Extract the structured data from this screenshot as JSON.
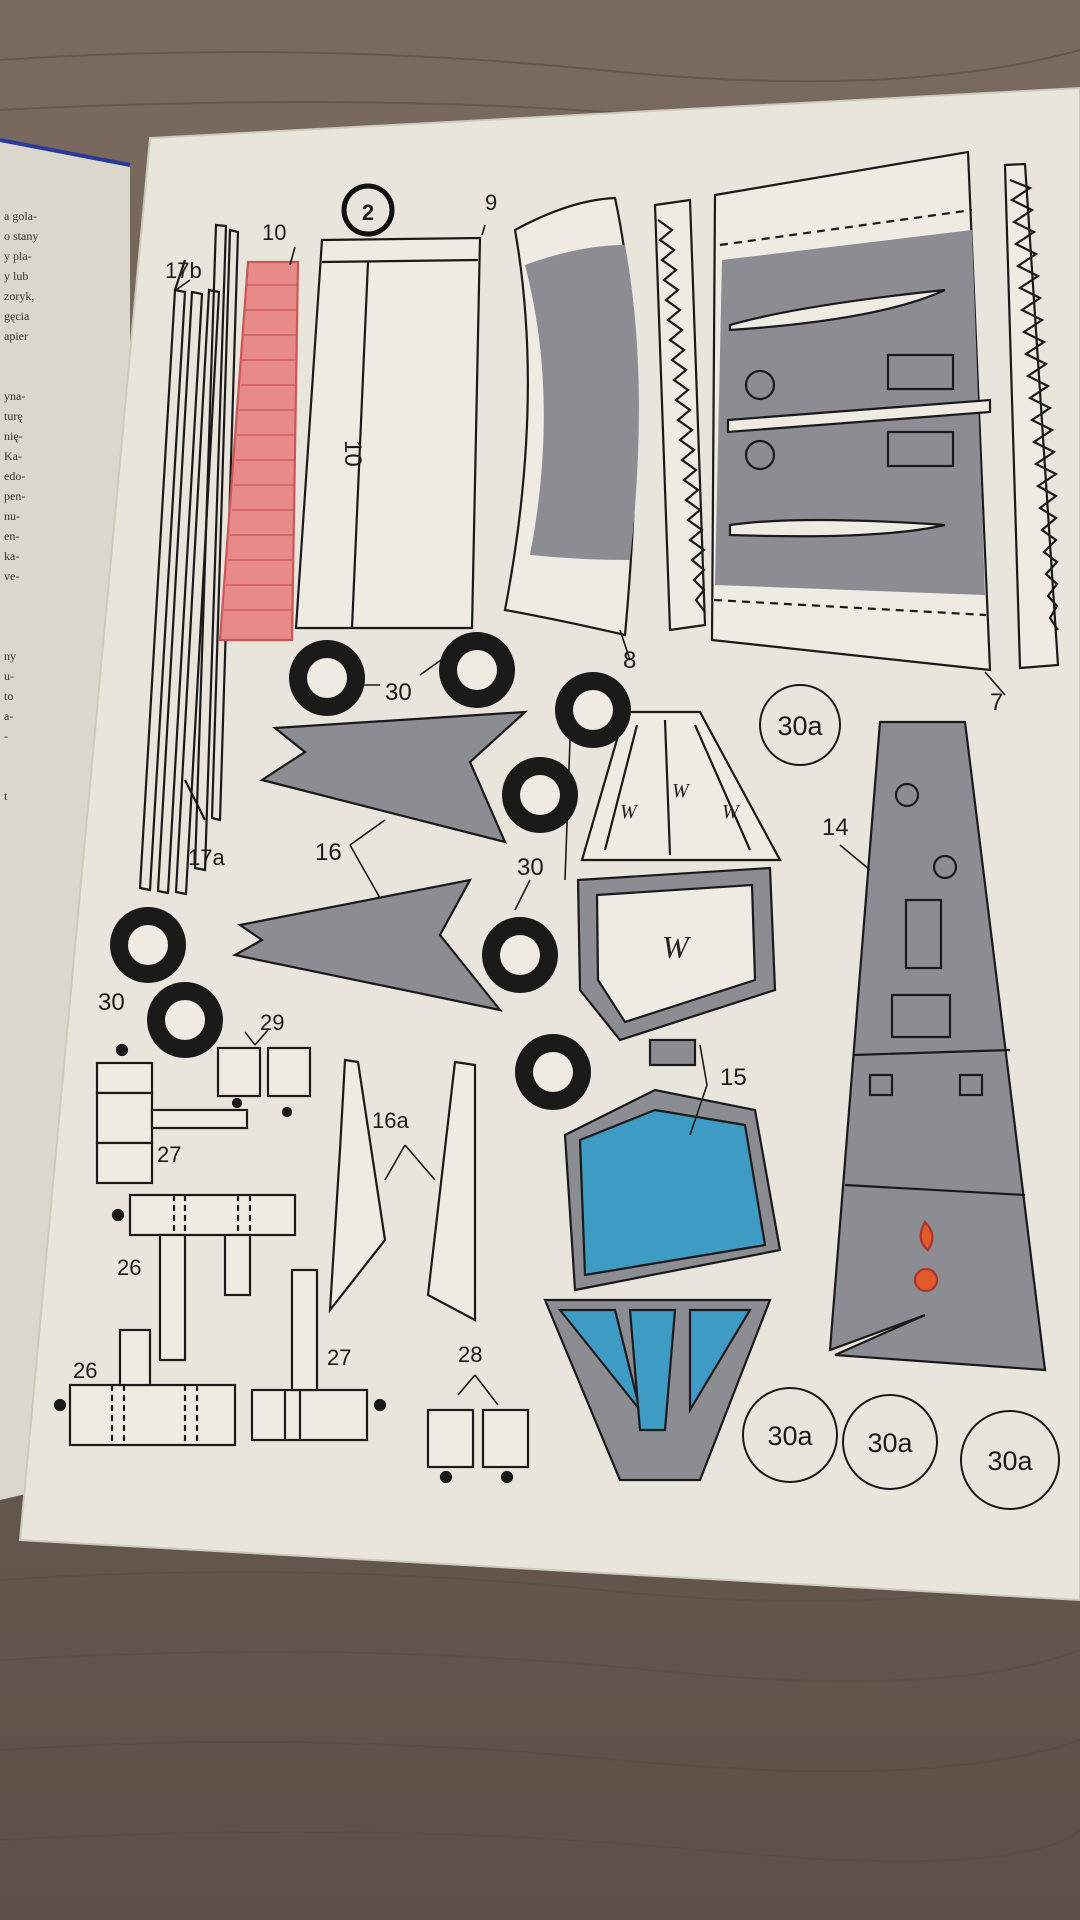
{
  "sheet": {
    "sheet_number": "2",
    "left_page_text_fragments": [
      "a gola-",
      "o stany",
      "y pla-",
      "y lub",
      "zoryk,",
      "gęcia",
      "apier",
      "yna-",
      "turę",
      "nię-",
      "Ka-",
      "edo-",
      "pen-",
      "nu-",
      "en-",
      "ka-",
      "ve-",
      "ny",
      "u-",
      "to",
      "a-",
      "-",
      "t"
    ]
  },
  "parts": {
    "p2": "10",
    "p3": "10",
    "p4": "9",
    "p5": "17b",
    "p6": "8",
    "p7": "7",
    "p8": "30",
    "p9": "30a",
    "p10": "14",
    "p11": "17a",
    "p12": "16",
    "p13": "30",
    "p14": "30",
    "p15": "29",
    "p16": "27",
    "p17": "16a",
    "p18": "15",
    "p19": "26",
    "p20": "26",
    "p21": "27",
    "p22": "28",
    "p23": "30a",
    "p24": "30a",
    "p25": "30a"
  },
  "markings": {
    "panel_letter": "W"
  },
  "colors": {
    "paper": "#e9e5dc",
    "grey_panel": "#8b8d93",
    "pink_strip": "#e98a8a",
    "blue_window": "#3d9bc4",
    "wood": "#6e5f55",
    "orange_light": "#e25a2a"
  }
}
